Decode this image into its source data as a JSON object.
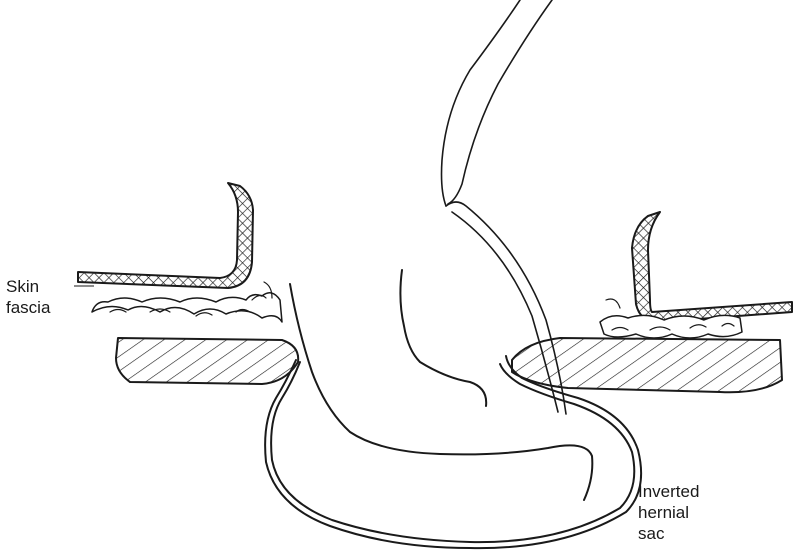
{
  "labels": {
    "skin_fascia": [
      "Skin",
      "fascia"
    ],
    "inverted_hernial_sac": [
      "Inverted",
      "hernial",
      "sac"
    ]
  },
  "colors": {
    "ink": "#1a1a1a",
    "background": "#ffffff"
  }
}
